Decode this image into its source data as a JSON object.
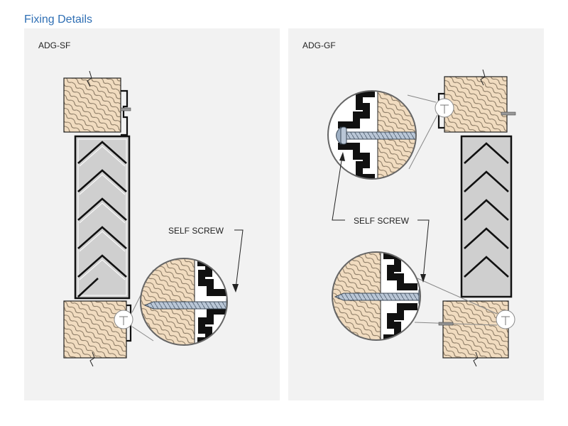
{
  "page": {
    "title": "Fixing Details"
  },
  "panels": [
    {
      "label": "ADG-SF",
      "callout": "SELF SCREW"
    },
    {
      "label": "ADG-GF",
      "callout": "SELF SCREW"
    }
  ],
  "colors": {
    "title": "#2f6fb4",
    "timber": "#f1dcc0",
    "timber_grain": "#7a6a55",
    "grille": "#cfcfcf",
    "frame": "#111111",
    "screw": "#b9c6d6",
    "panel_bg": "#f2f2f2"
  }
}
